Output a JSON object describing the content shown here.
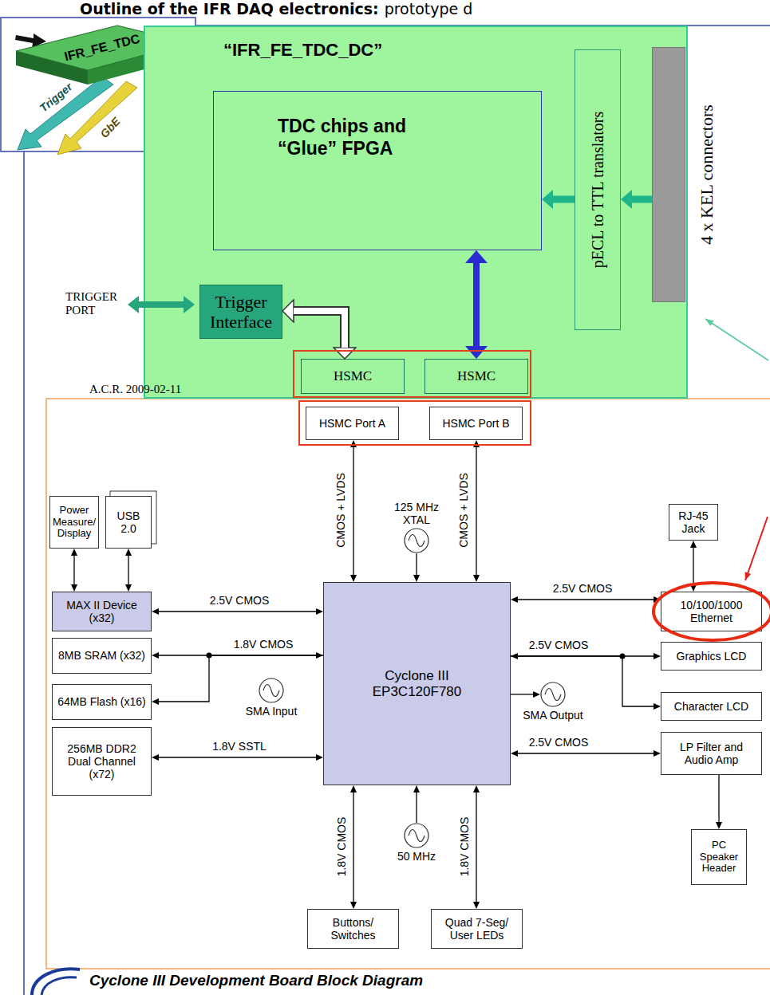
{
  "diagram": {
    "title": "Outline of the IFR DAQ electronics:",
    "caption": "Cyclone III Development Board Block Diagram",
    "nodes": [
      {
        "text": [
          "IFR_FE_TDC"
        ]
      },
      {
        "text": [
          "“IFR_FE_TDC_DC”"
        ]
      },
      {
        "text": [
          "TDC chips and “Glue” FPGA"
        ],
        "in": 1
      },
      {
        "text": [
          "pECL to TTL translators"
        ],
        "in": 1
      },
      {
        "text": [
          "4 x KEL connectors"
        ],
        "in": 1
      },
      {
        "text": [
          "Trigger Interface"
        ],
        "in": 1
      },
      {
        "text": [
          "HSMC"
        ],
        "in": 1
      },
      {
        "text": [
          "HSMC"
        ],
        "in": 1
      },
      {
        "text": [
          "HSMC Port A"
        ]
      },
      {
        "text": [
          "HSMC Port B"
        ]
      },
      {
        "text": [
          "125 MHz XTAL"
        ]
      },
      {
        "text": [
          "Power Measure/ Display"
        ]
      },
      {
        "text": [
          "USB 2.0"
        ]
      },
      {
        "text": [
          "MAX II Device (x32)"
        ]
      },
      {
        "text": [
          "8MB SRAM (x32)"
        ]
      },
      {
        "text": [
          "64MB Flash (x16)"
        ]
      },
      {
        "text": [
          "256MB DDR2 Dual Channel (x72)"
        ]
      },
      {
        "text": [
          "Cyclone III EP3C120F780"
        ]
      },
      {
        "text": [
          "SMA Input"
        ]
      },
      {
        "text": [
          "SMA Output"
        ]
      },
      {
        "text": [
          "RJ-45 Jack"
        ]
      },
      {
        "text": [
          "10/100/1000 Ethernet"
        ]
      },
      {
        "text": [
          "Graphics LCD"
        ]
      },
      {
        "text": [
          "Character LCD"
        ]
      },
      {
        "text": [
          "LP Filter and Audio Amp"
        ]
      },
      {
        "text": [
          "PC Speaker Header"
        ]
      },
      {
        "text": [
          "50 MHz"
        ]
      },
      {
        "text": [
          "Buttons/ Switches"
        ]
      },
      {
        "text": [
          "Quad 7-Seg/ User LEDs"
        ]
      }
    ],
    "edges": [
      {
        "from": 4,
        "to": 3,
        "arrow": "to"
      },
      {
        "from": 3,
        "to": 2,
        "arrow": "to"
      },
      {
        "from": 2,
        "to": 7,
        "arrow": "both"
      },
      {
        "from": 5,
        "to": 6,
        "arrow": "both"
      },
      {
        "from": 8,
        "to": 17,
        "label": "CMOS + LVDS",
        "arrow": "both"
      },
      {
        "from": 9,
        "to": 17,
        "label": "CMOS + LVDS",
        "arrow": "both"
      },
      {
        "from": 10,
        "to": 17,
        "arrow": "to"
      },
      {
        "from": 11,
        "to": 13,
        "arrow": "both"
      },
      {
        "from": 12,
        "to": 13,
        "arrow": "both"
      },
      {
        "from": 13,
        "to": 17,
        "label": "2.5V CMOS",
        "arrow": "both"
      },
      {
        "from": 14,
        "to": 17,
        "label": "1.8V CMOS",
        "arrow": "both"
      },
      {
        "from": 17,
        "to": 15,
        "arrow": "to"
      },
      {
        "from": 16,
        "to": 17,
        "label": "1.8V SSTL",
        "arrow": "both"
      },
      {
        "from": 26,
        "to": 17,
        "arrow": "to"
      },
      {
        "from": 17,
        "to": 19,
        "arrow": "to"
      },
      {
        "from": 21,
        "to": 20,
        "arrow": "both"
      },
      {
        "from": 17,
        "to": 21,
        "label": "2.5V CMOS",
        "arrow": "both"
      },
      {
        "from": 17,
        "to": 22,
        "label": "2.5V CMOS",
        "arrow": "both"
      },
      {
        "from": 17,
        "to": 23,
        "arrow": "to"
      },
      {
        "from": 17,
        "to": 24,
        "label": "2.5V CMOS",
        "arrow": "both"
      },
      {
        "from": 24,
        "to": 25,
        "arrow": "to"
      },
      {
        "from": 27,
        "to": 17,
        "label": "1.8V CMOS",
        "arrow": "both"
      },
      {
        "from": 28,
        "to": 17,
        "label": "1.8V CMOS",
        "arrow": "both"
      }
    ],
    "labels": [
      "prototype d",
      "Trigger",
      "GbE",
      "TRIGGER PORT",
      "A.C.R. 2009-02-11"
    ]
  }
}
